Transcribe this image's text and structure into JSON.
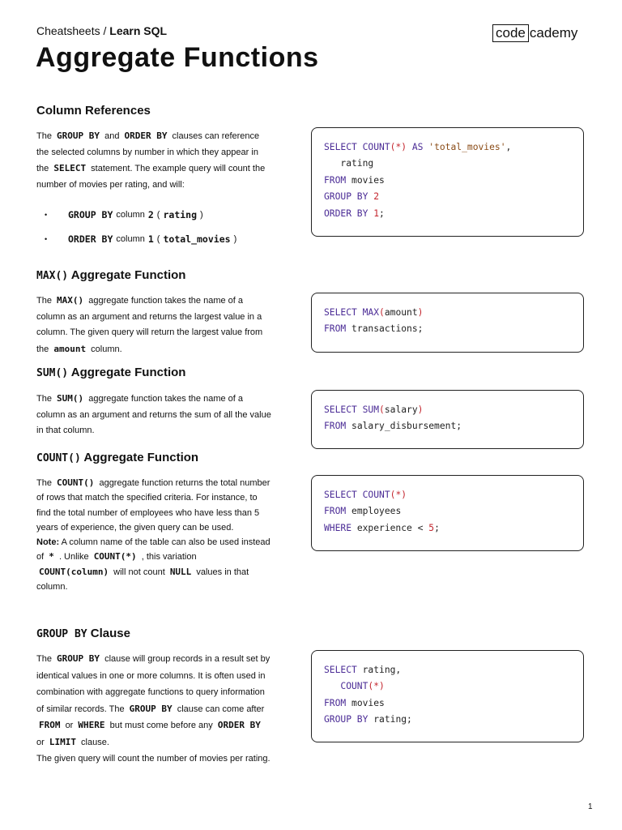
{
  "header": {
    "crumb_prefix": "Cheatsheets /",
    "crumb_current": "Learn SQL",
    "logo_boxed": "code",
    "logo_rest": "cademy",
    "title": "Aggregate Functions"
  },
  "sections": {
    "colref": {
      "heading": "Column References",
      "p1": "The",
      "k1": "GROUP BY",
      "p2": "and",
      "k2": "ORDER BY",
      "p3": "clauses can reference the selected columns by number in which they appear in the",
      "k3": "SELECT",
      "p4": "statement. The example query will count the number of movies per rating, and will:",
      "bullets": [
        {
          "kw": "GROUP BY",
          "t1": "column",
          "n": "2",
          "open": "(",
          "col": "rating",
          "close": ")"
        },
        {
          "kw": "ORDER BY",
          "t1": "column",
          "n": "1",
          "open": "(",
          "col": "total_movies",
          "close": ")"
        }
      ]
    },
    "max": {
      "heading_code": "MAX()",
      "heading_text": "Aggregate Function",
      "p1": "The",
      "k1": "MAX()",
      "p2": "aggregate function takes the name of a column as an argument and returns the largest value in a column. The given query will return the largest value from the",
      "k2": "amount",
      "p3": "column."
    },
    "sum": {
      "heading_code": "SUM()",
      "heading_text": "Aggregate Function",
      "p1": "The",
      "k1": "SUM()",
      "p2": "aggregate function takes the name of a column as an argument and returns the sum of all the value in that column."
    },
    "count": {
      "heading_code": "COUNT()",
      "heading_text": "Aggregate Function",
      "p1": "The",
      "k1": "COUNT()",
      "p2": "aggregate function returns the total number of rows that match the specified criteria. For instance, to find the total number of employees who have less than 5 years of experience, the given query can be used.",
      "note_label": "Note:",
      "n1": "A column name of the table can also be used instead of",
      "nk1": "*",
      "n2": ". Unlike",
      "nk2": "COUNT(*)",
      "n3": ", this variation",
      "nk3": "COUNT(column)",
      "n4": "will not count",
      "nk4": "NULL",
      "n5": "values in that column."
    },
    "groupby": {
      "heading_code": "GROUP BY",
      "heading_text": "Clause",
      "p1": "The",
      "k1": "GROUP BY",
      "p2": "clause will group records in a result set by identical values in one or more columns. It is often used in combination with aggregate functions to query information of similar records. The",
      "k2": "GROUP BY",
      "p3": "clause can come after",
      "k3": "FROM",
      "p4": "or",
      "k4": "WHERE",
      "p5": "but must come before any",
      "k5": "ORDER BY",
      "p6": "or",
      "k6": "LIMIT",
      "p7": "clause.",
      "p8": "The given query will count the number of movies per rating."
    }
  },
  "code": {
    "colref": {
      "l1_select": "SELECT",
      "l1_count": "COUNT",
      "l1_args": "(*)",
      "l1_as": "AS",
      "l1_str": "'total_movies'",
      "l1_comma": ",",
      "l2": "rating",
      "l3_from": "FROM",
      "l3_tbl": "movies",
      "l4_kw": "GROUP BY",
      "l4_num": "2",
      "l5_kw": "ORDER BY",
      "l5_num": "1",
      "l5_end": ";"
    },
    "max": {
      "l1_select": "SELECT",
      "l1_fn": "MAX",
      "l1_open": "(",
      "l1_arg": "amount",
      "l1_close": ")",
      "l2_from": "FROM",
      "l2_tbl": "transactions;"
    },
    "sum": {
      "l1_select": "SELECT",
      "l1_fn": "SUM",
      "l1_open": "(",
      "l1_arg": "salary",
      "l1_close": ")",
      "l2_from": "FROM",
      "l2_tbl": "salary_disbursement;"
    },
    "count": {
      "l1_select": "SELECT",
      "l1_fn": "COUNT",
      "l1_args": "(*)",
      "l2_from": "FROM",
      "l2_tbl": "employees",
      "l3_where": "WHERE",
      "l3_cond": "experience <",
      "l3_num": "5",
      "l3_end": ";"
    },
    "groupby": {
      "l1_select": "SELECT",
      "l1_col": "rating,",
      "l2_fn": "COUNT",
      "l2_args": "(*)",
      "l3_from": "FROM",
      "l3_tbl": "movies",
      "l4_kw": "GROUP BY",
      "l4_col": "rating;"
    }
  },
  "footer": {
    "page_number": "1"
  },
  "colors": {
    "keyword": "#4b2c96",
    "string": "#8a4b16",
    "number": "#c4262e"
  }
}
